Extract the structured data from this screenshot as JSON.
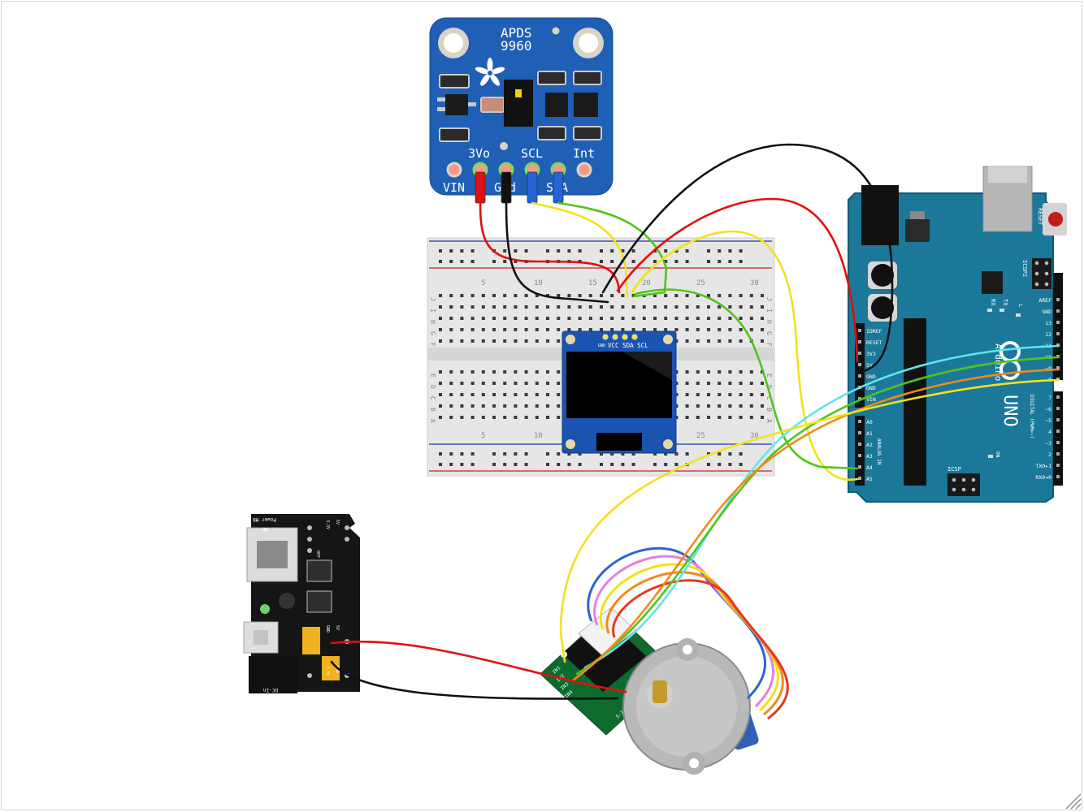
{
  "colors": {
    "apds_board": "#1f5fb5",
    "arduino_board": "#1b7898",
    "breadboard": "#e9e9e9",
    "oled_pcb": "#1b53b0",
    "driver_pcb": "#0d6b2e",
    "power_pcb": "#151515",
    "wire_red": "#e01010",
    "wire_black": "#111111",
    "wire_yellow": "#f2e21a",
    "wire_green": "#52c41a",
    "wire_cyan": "#5fe6ec",
    "wire_orange": "#f08a1c"
  },
  "apds": {
    "name_line1": "APDS",
    "name_line2": "9960",
    "pin_top_3vo": "3Vo",
    "pin_top_scl": "SCL",
    "pin_top_int": "Int",
    "pin_bottom_vin": "VIN",
    "pin_bottom_gnd": "Gnd",
    "pin_bottom_sda": "SDA"
  },
  "oled": {
    "pin_gnd": "GND",
    "pins_label": "VCC SDA SCL"
  },
  "breadboard": {
    "col_5": "5",
    "col_10": "10",
    "col_15": "15",
    "col_20": "20",
    "col_25": "25",
    "col_30": "30",
    "rows_top": [
      "J",
      "I",
      "H",
      "G",
      "F"
    ],
    "rows_bottom": [
      "E",
      "D",
      "C",
      "B",
      "A"
    ]
  },
  "arduino": {
    "brand": "Arduino",
    "model": "UNO",
    "reset": "RESET",
    "icsp2": "ICSP2",
    "icsp": "ICSP",
    "rx": "RX",
    "tx": "TX",
    "l": "L",
    "on": "ON",
    "digital_label": "DIGITAL (PWM=~)",
    "analog_label": "ANALOG IN",
    "power_pins": [
      "IOREF",
      "RESET",
      "3V3",
      "5V",
      "GND",
      "GND",
      "VIN"
    ],
    "analog_pins": [
      "A0",
      "A1",
      "A2",
      "A3",
      "A4",
      "A5"
    ],
    "digital_top": [
      "AREF",
      "GND",
      "13",
      "12",
      "~11",
      "~10",
      "~9",
      "8"
    ],
    "digital_bottom": [
      "7",
      "~6",
      "~5",
      "4",
      "~3",
      "2",
      "TX0▸1",
      "RX0◂0"
    ]
  },
  "power_module": {
    "title": "Power MB",
    "mh": "MH",
    "dc_in": "DC-In",
    "rail_labels": [
      "3.3V",
      "5V",
      "OFF",
      "GND",
      "5V",
      "3.3V",
      "GND"
    ]
  },
  "driver": {
    "inputs": [
      "IN1",
      "IN2",
      "IN3",
      "IN4"
    ],
    "supply": "5-12V"
  }
}
